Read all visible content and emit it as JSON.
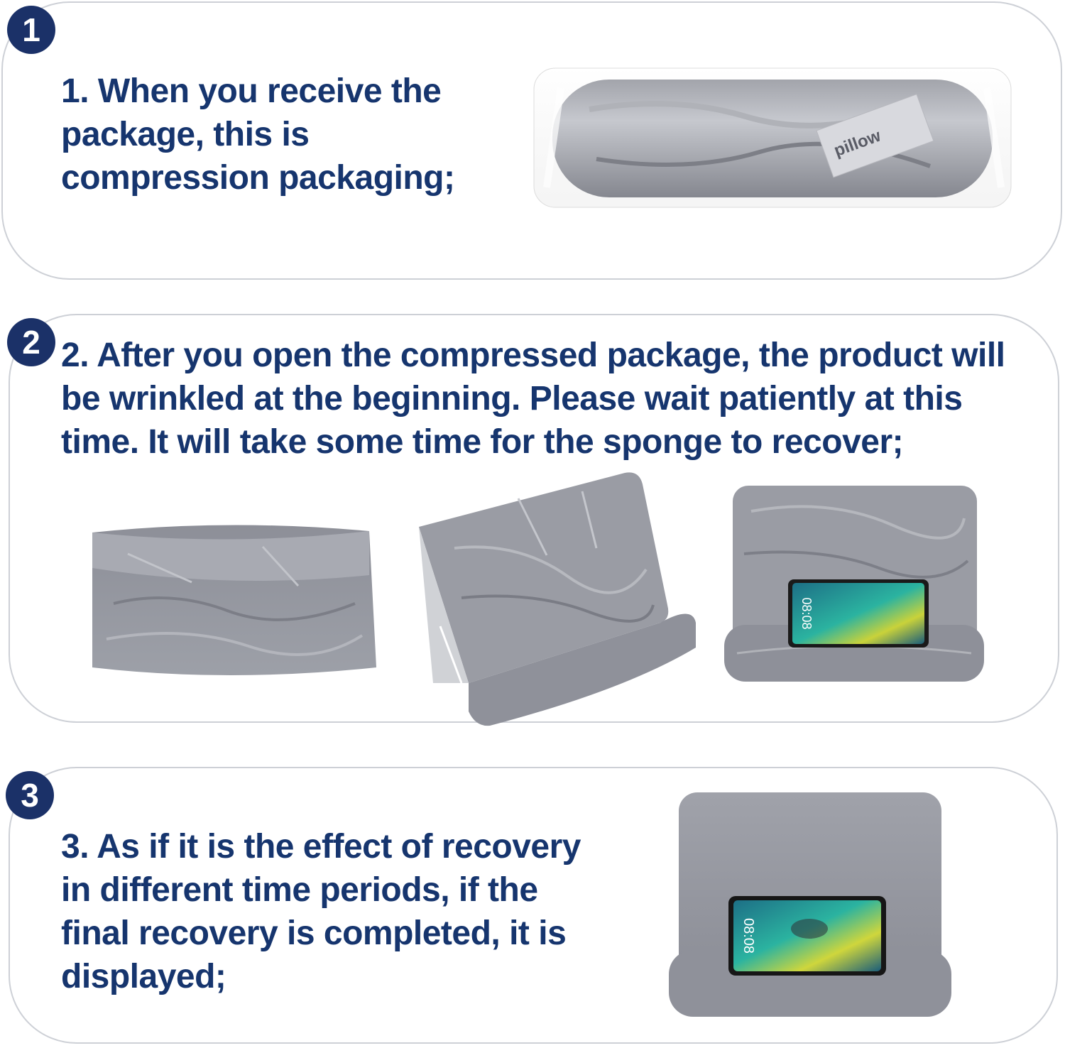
{
  "colors": {
    "text": "#16356e",
    "badge": "#1b3168",
    "panel_border": "#cdd0d6",
    "pillow_gray": "#8e9099"
  },
  "steps": [
    {
      "badge": "1",
      "text": "1. When you receive the package, this is compression packaging;",
      "images": [
        "compressed-roll-package"
      ]
    },
    {
      "badge": "2",
      "text": "2. After you open the compressed package, the product will be wrinkled at the beginning. Please wait patiently at this time. It will take some time for the sponge to recover;",
      "images": [
        "wrinkled-pillow-folded",
        "wrinkled-pillow-side",
        "wrinkled-pillow-front-phone"
      ]
    },
    {
      "badge": "3",
      "text": "3. As if it is the effect of recovery in different time periods, if the final recovery is completed, it is displayed;",
      "images": [
        "recovered-pillow-phone"
      ]
    }
  ],
  "package_label": "pillow",
  "phone_time": "08:08"
}
